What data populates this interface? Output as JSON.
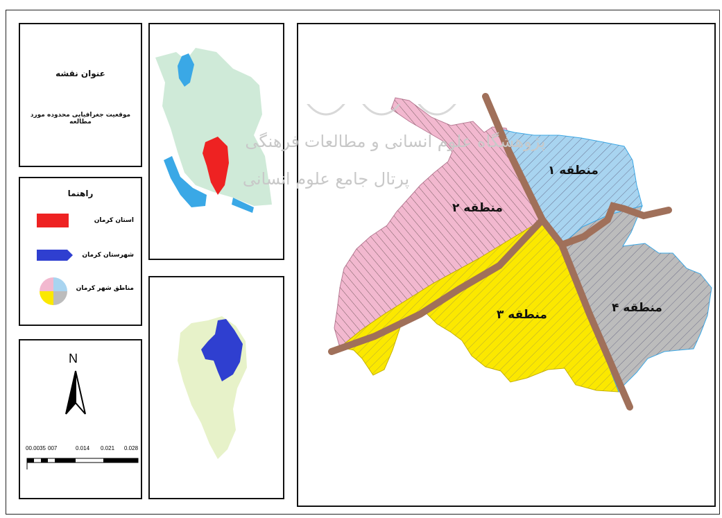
{
  "title_panel": {
    "heading": "عنوان نقشه",
    "subtitle": "موقعیت جغرافیایی محدوده مورد مطالعه"
  },
  "legend": {
    "heading": "راهنما",
    "items": [
      {
        "label": "استان کرمان",
        "color": "#ee2222"
      },
      {
        "label": "شهرستان کرمان",
        "color": "#2f3fd0"
      },
      {
        "label": "مناطق شهر کرمان",
        "color": "#f4d000"
      }
    ]
  },
  "north_arrow": {
    "label": "N"
  },
  "scale_bar": {
    "ticks": [
      "00.0035",
      "007",
      "0.014",
      "0.021",
      "0.028"
    ]
  },
  "regions": [
    {
      "label": "منطقه ۱",
      "color": "#a8d4f0"
    },
    {
      "label": "منطقه ۲",
      "color": "#f2b8cf"
    },
    {
      "label": "منطقه ۳",
      "color": "#fbe800"
    },
    {
      "label": "منطقه ۴",
      "color": "#bcbcbc"
    }
  ],
  "watermark": {
    "line1": "پژوهشگاه علوم انسانی و مطالعات فرهنگی",
    "line2": "پرتال جامع علوم انسانی"
  },
  "colors": {
    "road": "#a0705a",
    "iran_fill": "#cfead8",
    "water": "#3aa8e6",
    "kerman_province": "#ee2222",
    "province_shape": "#e7f2c9",
    "kerman_county": "#2f3fd0"
  }
}
